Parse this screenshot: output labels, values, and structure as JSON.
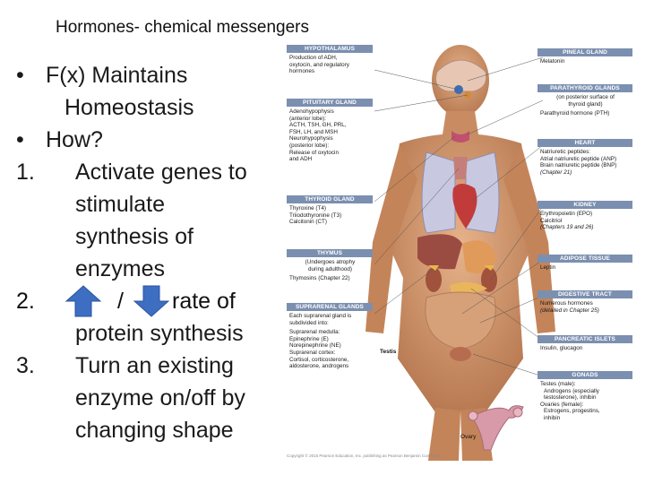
{
  "slide": {
    "title": "Hormones- chemical messengers"
  },
  "bullets": [
    {
      "marker": "•",
      "lines": [
        "F(x) Maintains",
        "Homeostasis"
      ]
    },
    {
      "marker": "•",
      "lines": [
        "How?"
      ]
    }
  ],
  "numbered": [
    {
      "num": "1.",
      "lines": [
        "Activate genes to",
        "stimulate",
        "synthesis of",
        "enzymes"
      ]
    },
    {
      "num": "2.",
      "slash": "/",
      "text": "rate of",
      "continuation": "protein synthesis"
    },
    {
      "num": "3.",
      "lines": [
        "Turn an existing",
        "enzyme on/off by",
        "changing shape"
      ]
    }
  ],
  "arrows": {
    "up_color": "#3d6ec2",
    "down_color": "#3d6ec2"
  },
  "figure": {
    "left_labels": [
      {
        "header": "HYPOTHALAMUS",
        "lines": [
          "Production of ADH,",
          "oxytocin, and regulatory",
          "hormones"
        ]
      },
      {
        "header": "PITUITARY GLAND",
        "lines": [
          "Adenohypophysis",
          "(anterior lobe):",
          "ACTH, TSH, GH, PRL,",
          "FSH, LH, and MSH",
          "Neurohypophysis",
          "(posterior lobe):",
          "Release of oxytocin",
          "and ADH"
        ]
      },
      {
        "header": "THYROID GLAND",
        "lines": [
          "Thyroxine (T4)",
          "Triiodothyronine (T3)",
          "Calcitonin (CT)"
        ]
      },
      {
        "header": "THYMUS",
        "lines": [
          "(Undergoes atrophy",
          "during adulthood)",
          "Thymosins (Chapter 22)"
        ]
      },
      {
        "header": "SUPRARENAL GLANDS",
        "lines": [
          "Each suprarenal gland is",
          "subdivided into:",
          "Suprarenal medulla:",
          "Epinephrine (E)",
          "Norepinephrine (NE)",
          "Suprarenal cortex:",
          "Cortisol, corticosterone,",
          "aldosterone, androgens"
        ]
      }
    ],
    "right_labels": [
      {
        "header": "PINEAL GLAND",
        "lines": [
          "Melatonin"
        ]
      },
      {
        "header": "PARATHYROID GLANDS",
        "lines": [
          "(on posterior surface of",
          "thyroid gland)",
          "Parathyroid hormone (PTH)"
        ]
      },
      {
        "header": "HEART",
        "lines": [
          "Natriuretic peptides:",
          "Atrial natriuretic peptide (ANP)",
          "Brain natriuretic peptide (BNP)",
          "(Chapter 21)"
        ]
      },
      {
        "header": "KIDNEY",
        "lines": [
          "Erythropoietin (EPO)",
          "Calcitriol",
          "(Chapters 19 and 26)"
        ]
      },
      {
        "header": "ADIPOSE TISSUE",
        "lines": [
          "Leptin"
        ]
      },
      {
        "header": "DIGESTIVE TRACT",
        "lines": [
          "Numerous hormones",
          "(detailed in Chapter 25)"
        ]
      },
      {
        "header": "PANCREATIC ISLETS",
        "lines": [
          "Insulin, glucagon"
        ]
      },
      {
        "header": "GONADS",
        "lines": [
          "Testes (male):",
          "Androgens (especially",
          "testosterone), inhibin",
          "Ovaries (female):",
          "Estrogens, progestins,",
          "inhibin"
        ]
      }
    ],
    "testis_label": "Testis",
    "ovary_label": "Ovary",
    "copyright": "Copyright © 2015 Pearson Education, Inc. publishing as Pearson Benjamin Cummings."
  }
}
